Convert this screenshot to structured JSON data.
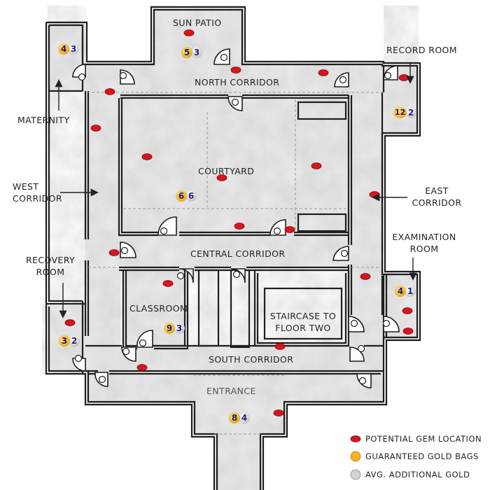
{
  "rooms": {
    "sun_patio": "SUN PATIO",
    "north_corridor": "NORTH CORRIDOR",
    "record_room": "RECORD ROOM",
    "maternity": "MATERNITY",
    "west_corridor": "WEST CORRIDOR",
    "courtyard": "COURTYARD",
    "east_corridor": "EAST CORRIDOR",
    "examination_room": "EXAMINATION ROOM",
    "central_corridor": "CENTRAL CORRIDOR",
    "recovery_room": "RECOVERY ROOM",
    "classroom": "CLASSROOM",
    "staircase": "STAIRCASE TO FLOOR TWO",
    "south_corridor": "SOUTH CORRIDOR",
    "entrance": "ENTRANCE"
  },
  "gold": {
    "maternity": {
      "bags": "4",
      "avg": "3"
    },
    "sun_patio": {
      "bags": "5",
      "avg": "3"
    },
    "record_room": {
      "bags": "12",
      "avg": "2"
    },
    "courtyard": {
      "bags": "6",
      "avg": "6"
    },
    "examination_room": {
      "bags": "4",
      "avg": "1"
    },
    "classroom": {
      "bags": "9",
      "avg": "3"
    },
    "recovery_room": {
      "bags": "3",
      "avg": "2"
    },
    "entrance": {
      "bags": "8",
      "avg": "4"
    }
  },
  "legend": {
    "gem": "POTENTIAL GEM LOCATION",
    "gold_bags": "GUARANTEED GOLD BAGS",
    "avg_gold": "AVG. ADDITIONAL GOLD"
  },
  "colors": {
    "gem": "#d8141c",
    "gold": "#f0b429",
    "silver": "#cfcfcf",
    "number": "#1d1d8f"
  }
}
